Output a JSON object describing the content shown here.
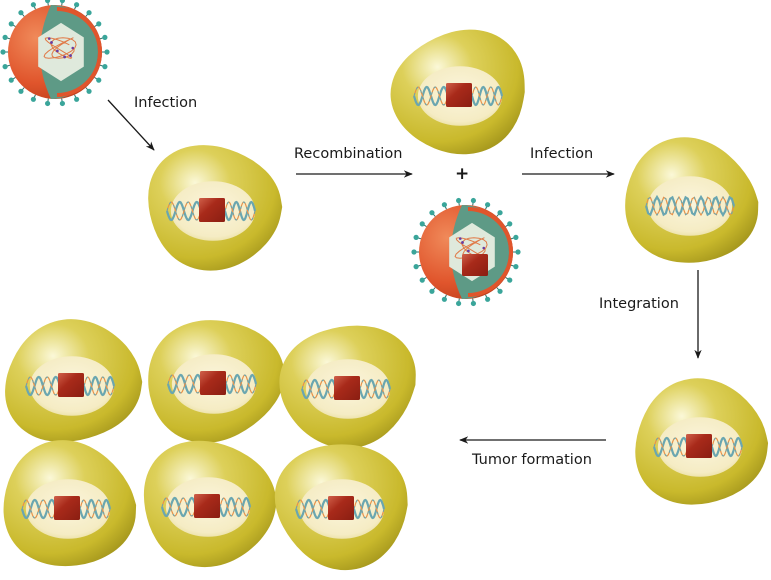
{
  "diagram": {
    "labels": {
      "infection_1": "Infection",
      "recombination": "Recombination",
      "plus": "+",
      "infection_2": "Infection",
      "integration": "Integration",
      "tumor_formation": "Tumor formation"
    },
    "stages": [
      {
        "id": "virus-initial",
        "kind": "virus",
        "carries_oncogene": false
      },
      {
        "id": "host-cell-oncogene",
        "kind": "cell",
        "dna": "oncogene-in-dna"
      },
      {
        "id": "host-cell-oncogene-copy",
        "kind": "cell",
        "dna": "oncogene-in-dna"
      },
      {
        "id": "recombinant-virus",
        "kind": "virus",
        "carries_oncogene": true
      },
      {
        "id": "new-cell",
        "kind": "cell",
        "dna": "normal-dna"
      },
      {
        "id": "transformed-cell",
        "kind": "cell",
        "dna": "oncogene-in-dna"
      },
      {
        "id": "tumor-cells",
        "kind": "cell-cluster",
        "count": 6,
        "dna": "oncogene-in-dna"
      }
    ],
    "colors": {
      "cell_outer": "#d4c53a",
      "cell_outer_dark": "#b0a21c",
      "cell_highlight": "#f4f0c4",
      "nucleus": "#f7efc8",
      "oncogene": "#a82a1a",
      "virus_envelope": "#e0552c",
      "virus_capsid": "#5e9a86",
      "virus_core": "#dfe9dc",
      "virus_spike": "#3aa59a",
      "dna_strand_a": "#6aa6b0",
      "dna_strand_b": "#e8924a",
      "rna": "#e07a48",
      "rna_dots": "#6a3ca0",
      "arrow": "#1a1a1a"
    }
  }
}
